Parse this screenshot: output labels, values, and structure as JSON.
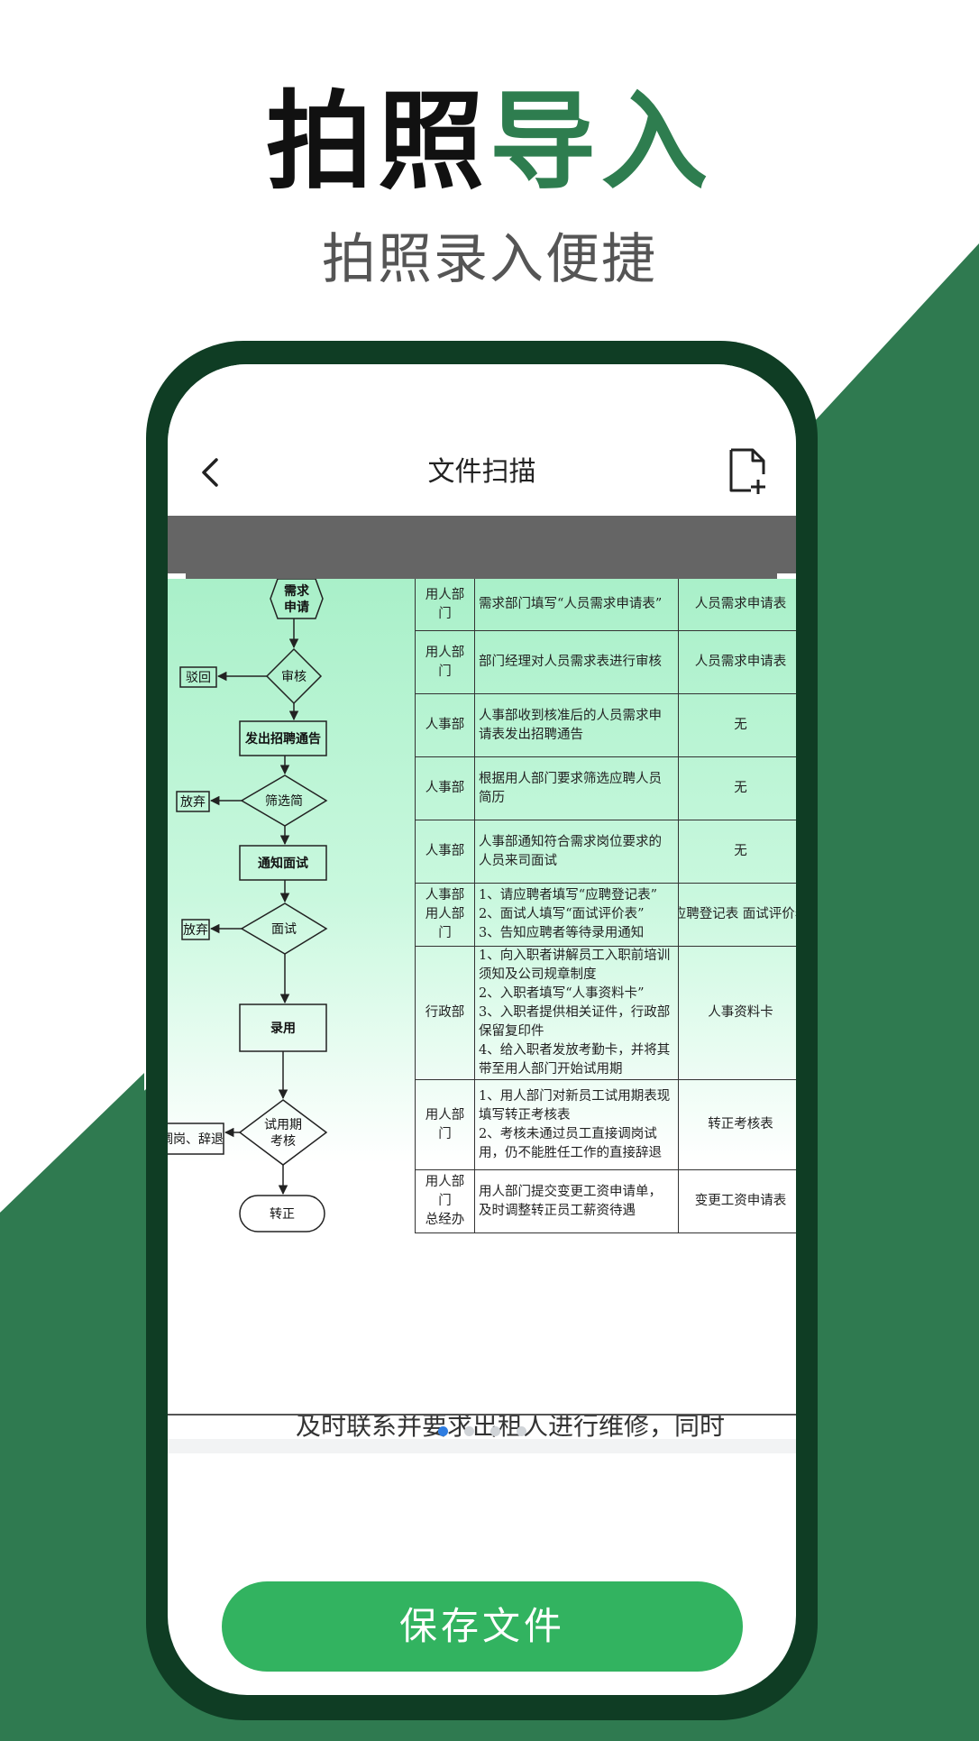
{
  "hero": {
    "title_dark": "拍照",
    "title_green": "导入",
    "subtitle": "拍照录入便捷"
  },
  "colors": {
    "brand_green": "#2e7d4f",
    "phone_frame": "#0f3d24",
    "save_button": "#32b360",
    "active_dot": "#2f7de1"
  },
  "navbar": {
    "back_icon": "chevron-left-icon",
    "title": "文件扫描",
    "action_icon": "file-add-icon"
  },
  "document": {
    "flowchart": {
      "start": [
        "需求",
        "申请"
      ],
      "review": "审核",
      "reject": "驳回",
      "publish": "发出招聘通告",
      "screen": "筛选简",
      "give_up_1": "放弃",
      "notify": "通知面试",
      "interview": "面试",
      "give_up_2": "放弃",
      "hire": "录用",
      "probation": [
        "试用期",
        "考核"
      ],
      "transfer": "调岗、辞退",
      "confirm": "转正"
    },
    "table_rows": [
      {
        "dept": "用人部门",
        "desc": "需求部门填写“人员需求申请表”",
        "form": "人员需求申请表"
      },
      {
        "dept": "用人部门",
        "desc": "部门经理对人员需求表进行审核",
        "form": "人员需求申请表"
      },
      {
        "dept": "人事部",
        "desc": "人事部收到核准后的人员需求申请表发出招聘通告",
        "form": "无"
      },
      {
        "dept": "人事部",
        "desc": "根据用人部门要求筛选应聘人员简历",
        "form": "无"
      },
      {
        "dept": "人事部",
        "desc": "人事部通知符合需求岗位要求的人员来司面试",
        "form": "无"
      },
      {
        "dept": "人事部\n用人部门",
        "desc": "1、请应聘者填写“应聘登记表”\n2、面试人填写“面试评价表”\n3、告知应聘者等待录用通知",
        "form": "应聘登记表\n面试评价表"
      },
      {
        "dept": "行政部",
        "desc": "1、向入职者讲解员工入职前培训须知及公司规章制度\n2、入职者填写“人事资料卡”\n3、入职者提供相关证件，行政部保留复印件\n4、给入职者发放考勤卡，并将其带至用人部门开始试用期",
        "form": "人事资料卡"
      },
      {
        "dept": "用人部门",
        "desc": "1、用人部门对新员工试用期表现填写转正考核表\n2、考核未通过员工直接调岗试用，仍不能胜任工作的直接辞退",
        "form": "转正考核表"
      },
      {
        "dept": "用人部门\n总经办",
        "desc": "用人部门提交变更工资申请单，及时调整转正员工薪资待遇",
        "form": "变更工资申请表"
      }
    ],
    "footer_text": "及时联系并要求出租人进行维修，同时"
  },
  "pager": {
    "total": 4,
    "active": 1
  },
  "save_button_label": "保存文件"
}
